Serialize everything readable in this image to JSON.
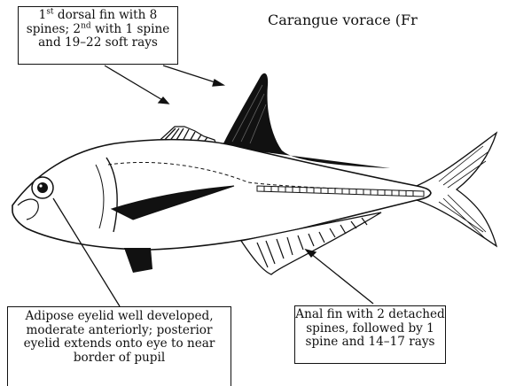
{
  "header": {
    "common_name": "Carangue vorace (Fr"
  },
  "callouts": {
    "dorsal": {
      "ordinal_num": "1",
      "ordinal_suffix": "st",
      "line1_rest": " dorsal fin with 8",
      "line2_a": "spines; 2",
      "line2_suffix": "nd",
      "line2_b": " with 1 spine",
      "line3": "and 19–22 soft rays"
    },
    "adipose": {
      "line1": "Adipose eyelid well developed,",
      "line2": "moderate anteriorly; posterior",
      "line3": "eyelid extends onto eye to near",
      "line4": "border of pupil"
    },
    "anal": {
      "line1": "Anal fin with 2 detached",
      "line2": "spines, followed by 1",
      "line3": "spine and 14–17 rays"
    }
  },
  "colors": {
    "ink": "#111111",
    "background": "#ffffff"
  }
}
